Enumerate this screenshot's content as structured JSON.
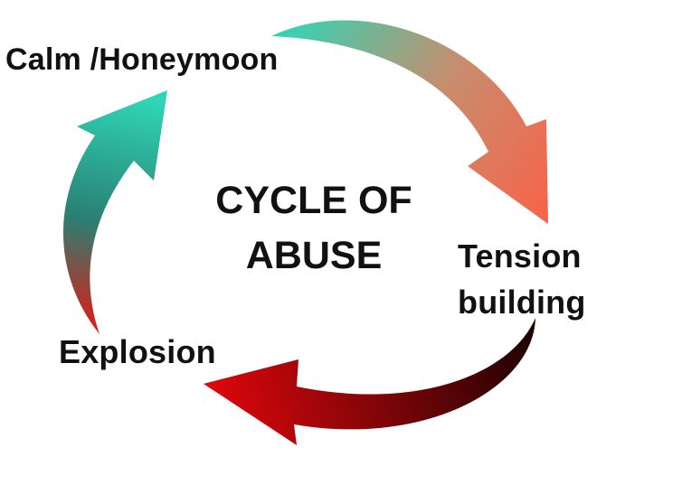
{
  "title_lines": [
    "CYCLE OF",
    "ABUSE"
  ],
  "stages": {
    "calm": "Calm /Honeymoon",
    "tension": [
      "Tension",
      "building"
    ],
    "explosion": "Explosion"
  },
  "colors": {
    "teal": "#2fd6b6",
    "coral": "#f4664c",
    "red": "#e3070b",
    "dark_red": "#2a0204",
    "text": "#111111",
    "background": "#ffffff"
  },
  "arrows": [
    {
      "name": "arrow-calm-to-tension",
      "from": "Calm /Honeymoon",
      "to": "Tension building"
    },
    {
      "name": "arrow-tension-to-explosion",
      "from": "Tension building",
      "to": "Explosion"
    },
    {
      "name": "arrow-explosion-to-calm",
      "from": "Explosion",
      "to": "Calm /Honeymoon"
    }
  ]
}
